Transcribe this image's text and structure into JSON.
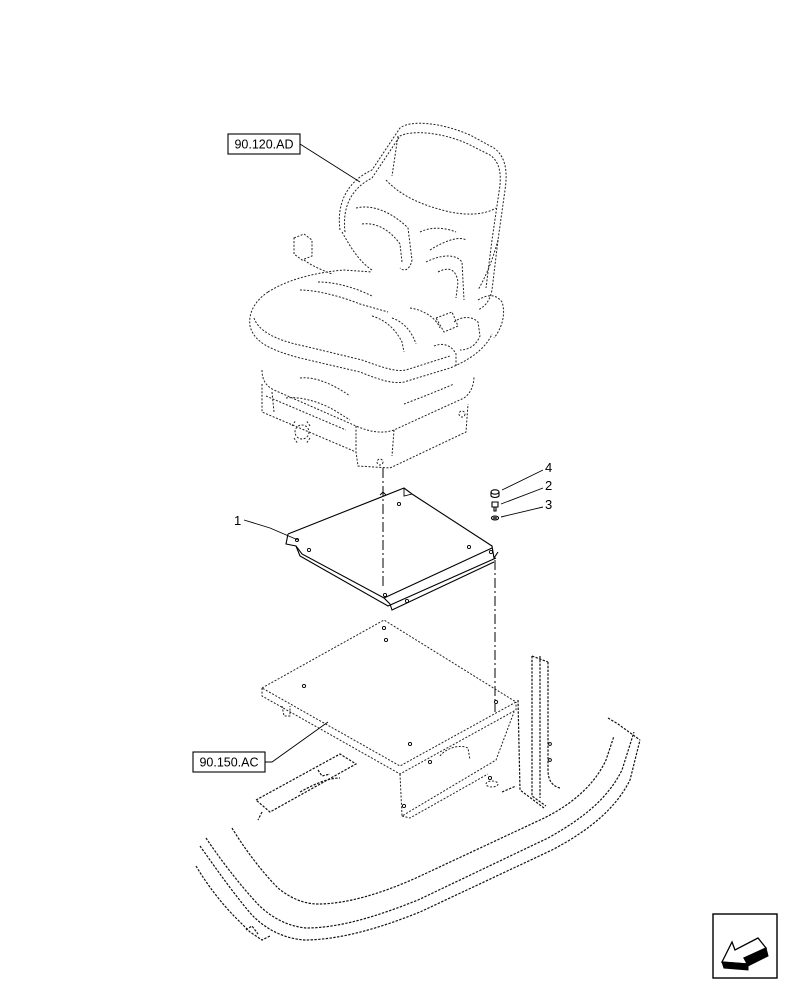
{
  "references": {
    "seat": "90.120.AD",
    "platform": "90.150.AC"
  },
  "callouts": {
    "plate": "1",
    "bolt": "2",
    "washer": "3",
    "spacer": "4"
  },
  "nav_icon": "next-page-arrow-icon"
}
